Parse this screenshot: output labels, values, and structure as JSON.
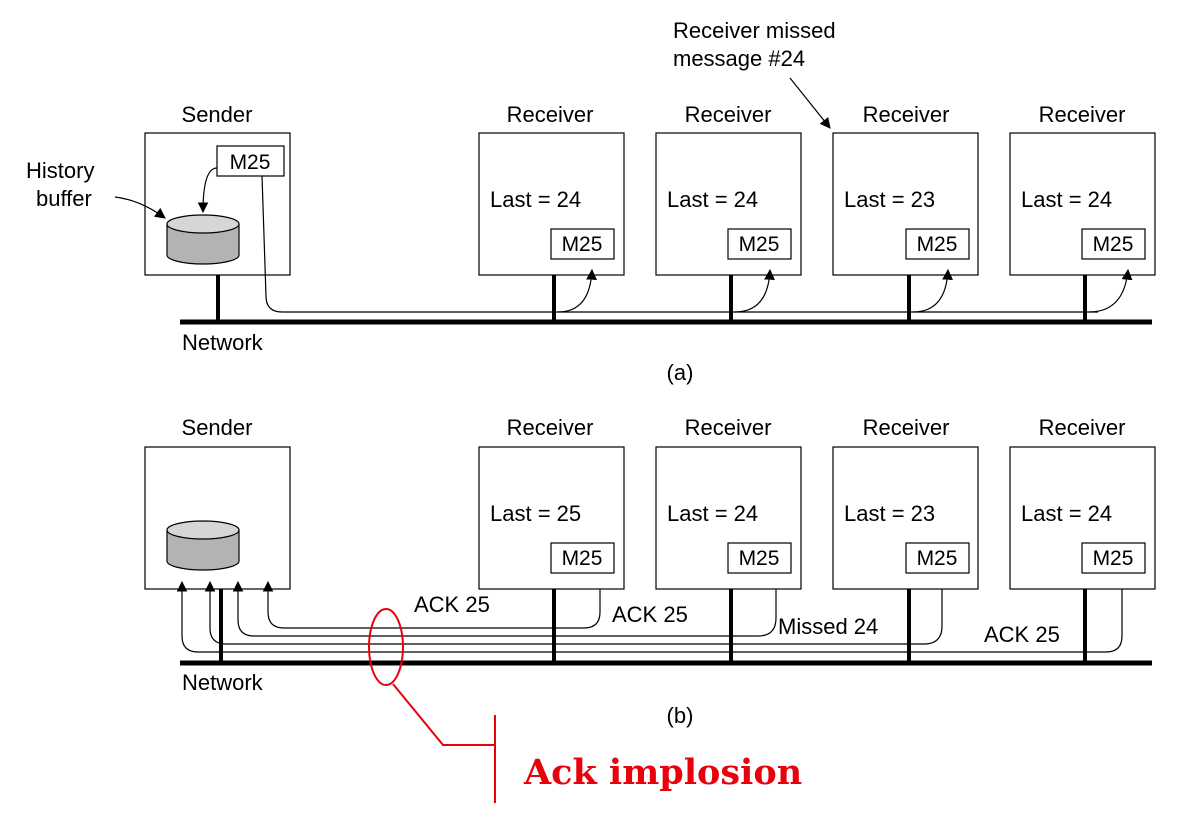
{
  "annotation": {
    "receiver_missed": [
      "Receiver missed",
      "message #24"
    ]
  },
  "labels": {
    "sender": "Sender",
    "receiver": "Receiver",
    "history_buffer": [
      "History",
      "buffer"
    ],
    "network": "Network",
    "message": "M25"
  },
  "panel_a": {
    "caption": "(a)",
    "receivers": [
      "Last = 24",
      "Last = 24",
      "Last = 23",
      "Last = 24"
    ]
  },
  "panel_b": {
    "caption": "(b)",
    "receivers": [
      "Last = 25",
      "Last = 24",
      "Last = 23",
      "Last = 24"
    ],
    "replies": [
      "ACK 25",
      "ACK 25",
      "Missed 24",
      "ACK 25"
    ]
  },
  "callout": {
    "text": "Ack implosion",
    "color": "#e8000b"
  }
}
